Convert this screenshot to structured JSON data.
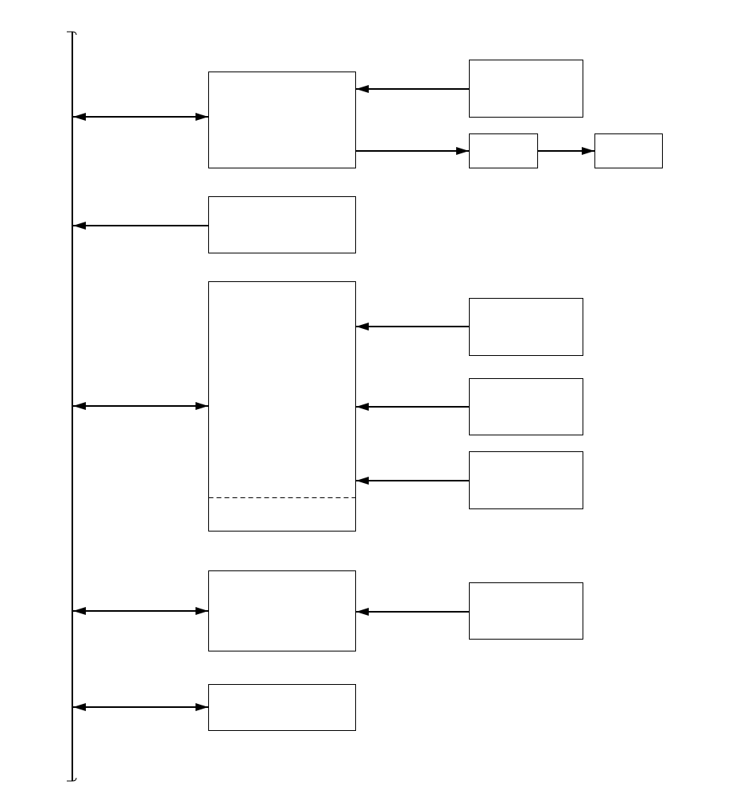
{
  "diagram": {
    "stroke_color": "#000000",
    "background_color": "#ffffff",
    "blocks": [
      {
        "id": "block-a",
        "text": ""
      },
      {
        "id": "block-a-input",
        "text": ""
      },
      {
        "id": "block-a-output-1",
        "text": ""
      },
      {
        "id": "block-a-output-2",
        "text": ""
      },
      {
        "id": "block-b",
        "text": ""
      },
      {
        "id": "block-c",
        "text": ""
      },
      {
        "id": "block-c-input-1",
        "text": ""
      },
      {
        "id": "block-c-input-2",
        "text": ""
      },
      {
        "id": "block-c-input-3",
        "text": ""
      },
      {
        "id": "block-d",
        "text": ""
      },
      {
        "id": "block-d-input",
        "text": ""
      },
      {
        "id": "block-e",
        "text": ""
      }
    ],
    "connections": [
      {
        "from": "bus",
        "to": "block-a",
        "direction": "bidirectional"
      },
      {
        "from": "block-a-input",
        "to": "block-a",
        "direction": "one-way"
      },
      {
        "from": "block-a",
        "to": "block-a-output-1",
        "direction": "one-way"
      },
      {
        "from": "block-a-output-1",
        "to": "block-a-output-2",
        "direction": "one-way"
      },
      {
        "from": "block-b",
        "to": "bus",
        "direction": "one-way"
      },
      {
        "from": "bus",
        "to": "block-c",
        "direction": "bidirectional"
      },
      {
        "from": "block-c-input-1",
        "to": "block-c",
        "direction": "one-way"
      },
      {
        "from": "block-c-input-2",
        "to": "block-c",
        "direction": "one-way"
      },
      {
        "from": "block-c-input-3",
        "to": "block-c",
        "direction": "one-way"
      },
      {
        "from": "bus",
        "to": "block-d",
        "direction": "bidirectional"
      },
      {
        "from": "block-d-input",
        "to": "block-d",
        "direction": "one-way"
      },
      {
        "from": "bus",
        "to": "block-e",
        "direction": "bidirectional"
      }
    ]
  }
}
